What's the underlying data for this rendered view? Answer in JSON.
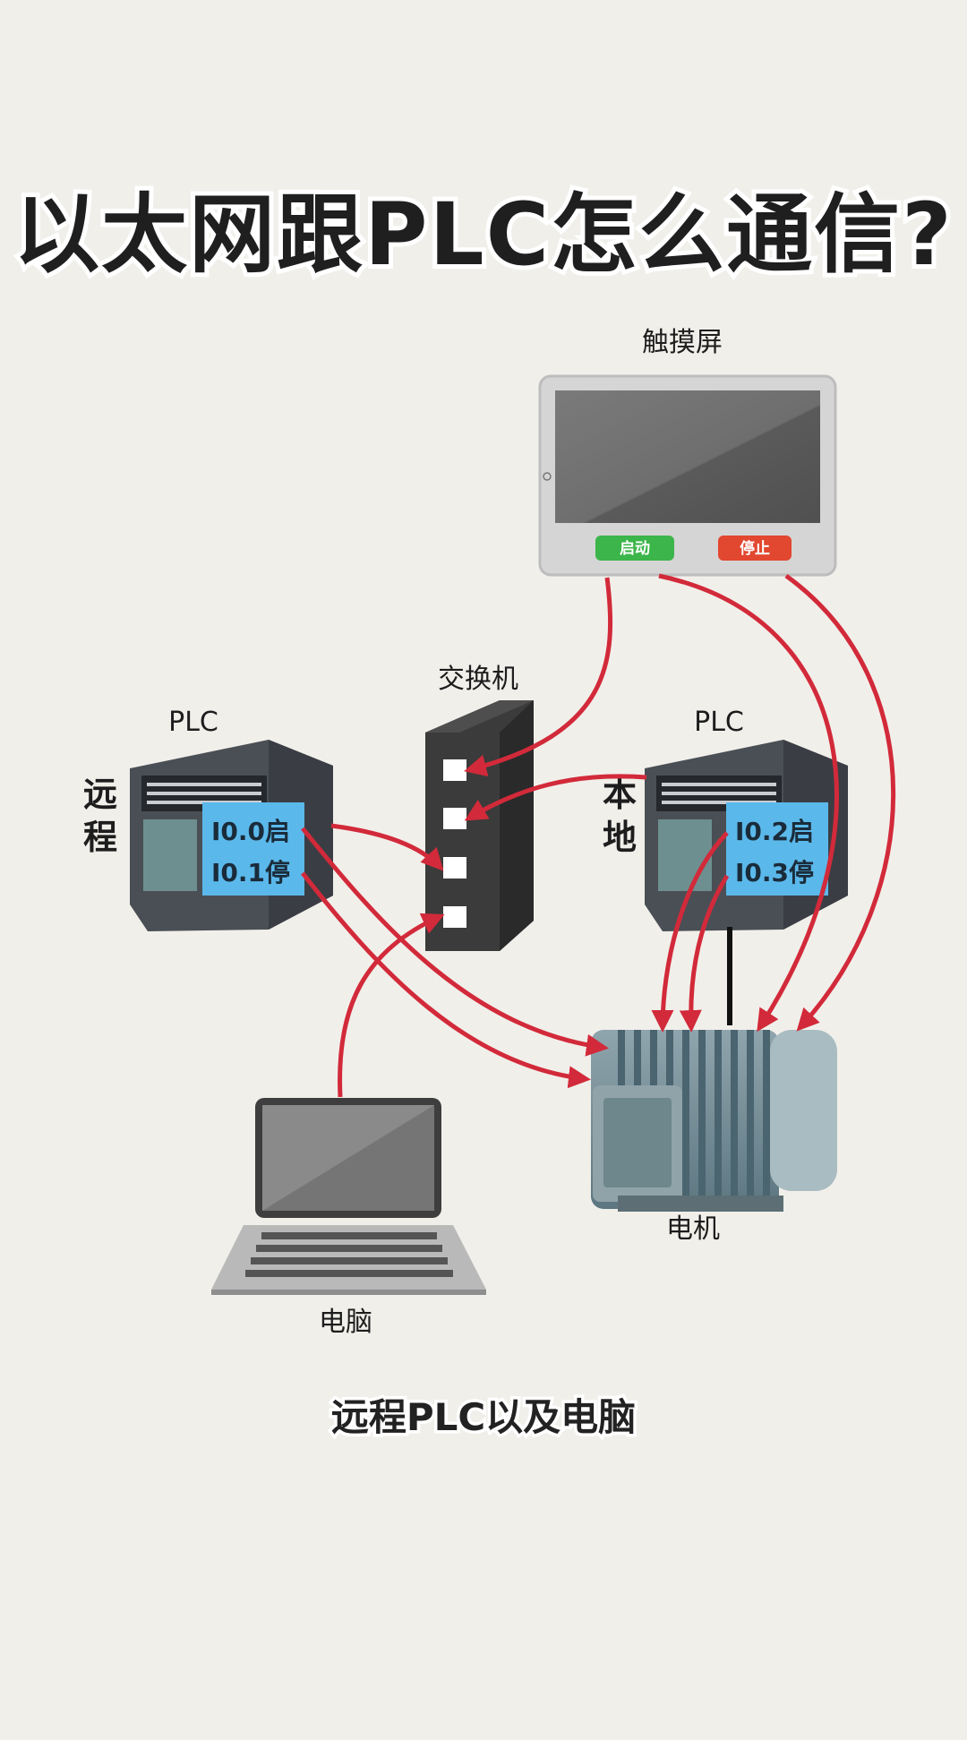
{
  "title": "以太网跟PLC怎么通信?",
  "touchscreen": {
    "label": "触摸屏",
    "start_button": "启动",
    "stop_button": "停止",
    "start_color": "#3cb54a",
    "stop_color": "#e2472f"
  },
  "switch": {
    "label": "交换机"
  },
  "remote_plc": {
    "label": "PLC",
    "side_label": "远程",
    "io": [
      "I0.0启",
      "I0.1停"
    ]
  },
  "local_plc": {
    "label": "PLC",
    "side_label": "本地",
    "io": [
      "I0.2启",
      "I0.3停"
    ]
  },
  "motor": {
    "label": "电机"
  },
  "computer": {
    "label": "电脑"
  },
  "caption": "远程PLC以及电脑",
  "colors": {
    "background": "#f1efea",
    "wire": "#d22a3a",
    "io_box": "#5bb8ea"
  }
}
